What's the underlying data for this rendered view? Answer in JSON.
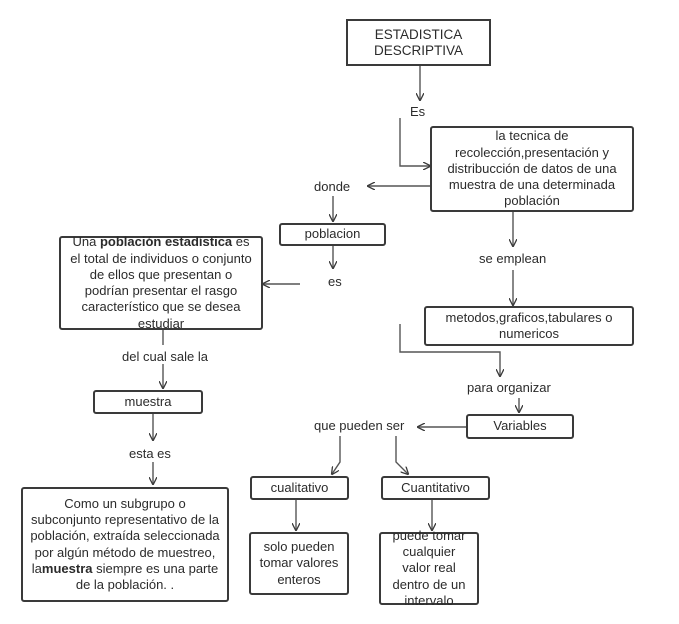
{
  "nodes": {
    "title": "ESTADISTICA DESCRIPTIVA",
    "definition": "la tecnica de recolección,presentación y distribucción de datos de una muestra de una determinada población",
    "poblacion": "poblacion",
    "poblacion_def": {
      "pre": "Una ",
      "bold": "población estadística",
      "post": " es el total de individuos o conjunto de ellos que presentan o podrían presentar el rasgo característico que se desea estudiar"
    },
    "muestra": "muestra",
    "muestra_def": {
      "pre": "Como un subgrupo o subconjunto representativo de la población, extraída seleccionada por algún método de muestreo, la",
      "bold": "muestra",
      "post": " siempre es una parte de la población. ."
    },
    "metodos": "metodos,graficos,tabulares o numericos",
    "variables": "Variables",
    "cualitativo": "cualitativo",
    "cuantitativo": "Cuantitativo",
    "cualitativo_def": "solo pueden tomar valores enteros",
    "cuantitativo_def": "puede tomar cualquier valor real dentro de un intervalo"
  },
  "links": {
    "es1": "Es",
    "donde": "donde",
    "es2": "es",
    "se_emplean": "se emplean",
    "del_cual": "del cual sale la",
    "esta_es": "esta es",
    "para_organizar": "para organizar",
    "que_pueden_ser": "que pueden ser"
  }
}
